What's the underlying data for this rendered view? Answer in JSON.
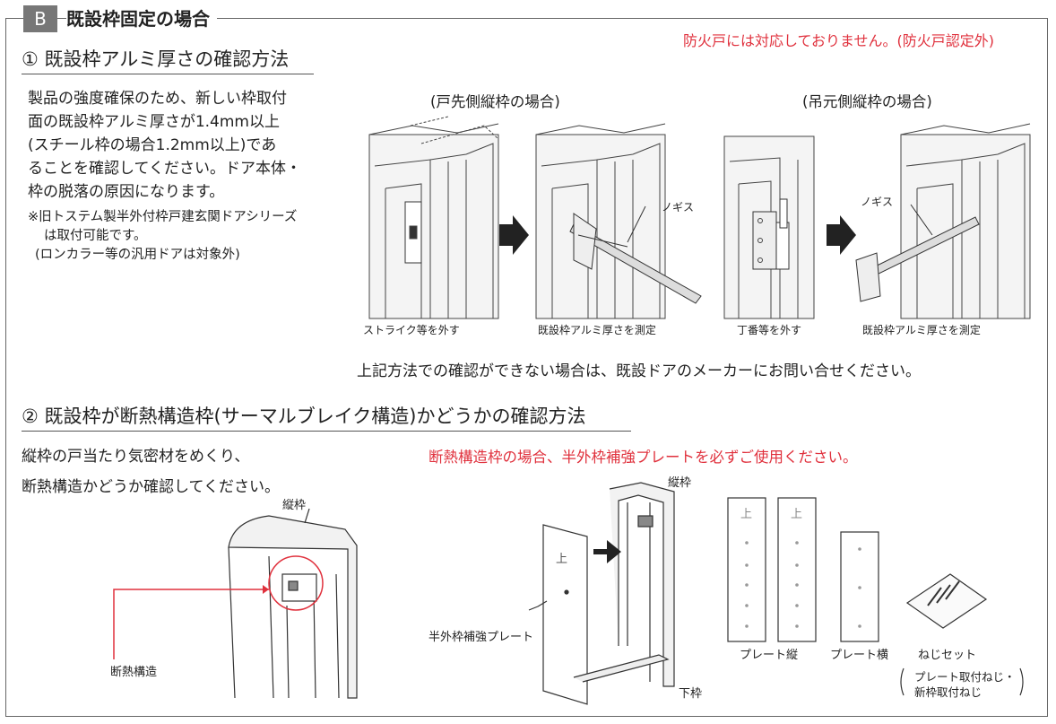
{
  "section": {
    "badge": "B",
    "title": "既設枠固定の場合"
  },
  "notice": "防火戸には対応しておりません。(防火戸認定外)",
  "part1": {
    "title": "① 既設枠アルミ厚さの確認方法",
    "body": [
      "製品の強度確保のため、新しい枠取付",
      "面の既設枠アルミ厚さが1.4mm以上",
      "(スチール枠の場合1.2mm以上)であ",
      "ることを確認してください。ドア本体・",
      "枠の脱落の原因になります。"
    ],
    "note": [
      "※旧トステム製半外付枠戸建玄関ドアシリーズ",
      "は取付可能です。",
      "(ロンカラー等の汎用ドアは対象外)"
    ],
    "heading_left": "(戸先側縦枠の場合)",
    "heading_right": "(吊元側縦枠の場合)",
    "captions": [
      "ストライク等を外す",
      "既設枠アルミ厚さを測定",
      "丁番等を外す",
      "既設枠アルミ厚さを測定"
    ],
    "caliper_label": "ノギス",
    "caliper_label2": "ノギス",
    "footer": "上記方法での確認ができない場合は、既設ドアのメーカーにお問い合せください。"
  },
  "part2": {
    "title": "② 既設枠が断熱構造枠(サーマルブレイク構造)かどうかの確認方法",
    "body": [
      "縦枠の戸当たり気密材をめくり、",
      "断熱構造かどうか確認してください。"
    ],
    "warning": "断熱構造枠の場合、半外枠補強プレートを必ずご使用ください。",
    "labels": {
      "vertical_frame": "縦枠",
      "thermal": "断熱構造",
      "vertical_frame2": "縦枠",
      "plate": "半外枠補強プレート",
      "bottom_frame": "下枠",
      "plate_vertical": "プレート縦",
      "plate_horizontal": "プレート横",
      "screw_set": "ねじセット",
      "screw_detail1": "プレート取付ねじ・",
      "screw_detail2": "新枠取付ねじ",
      "top_mark": "上"
    }
  }
}
